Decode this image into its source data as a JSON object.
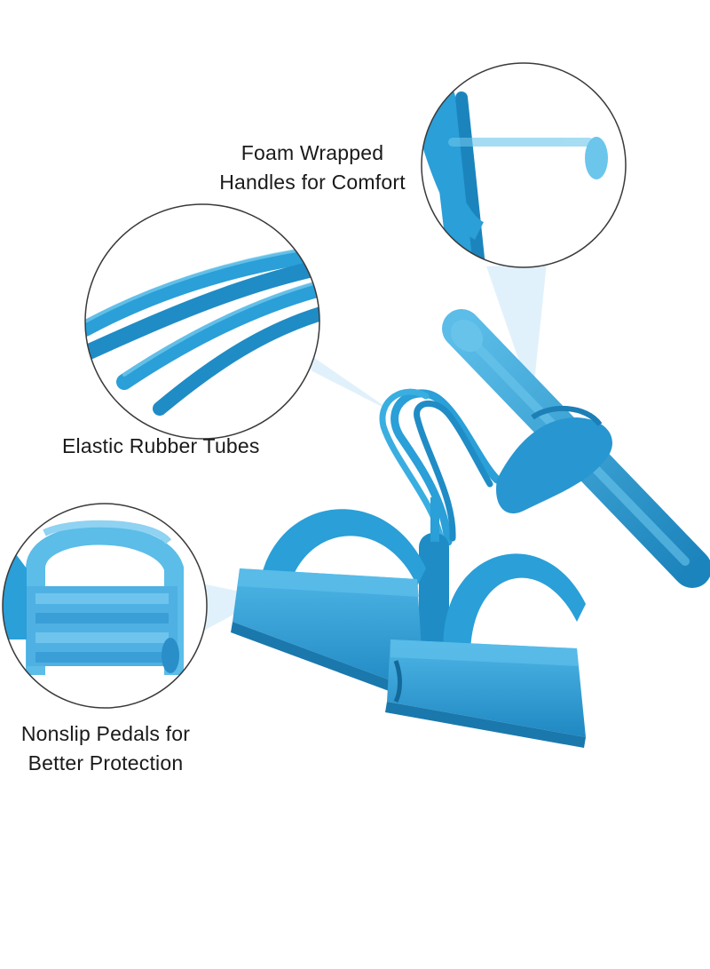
{
  "colors": {
    "background": "#ffffff",
    "product_blue": "#2a9fd8",
    "product_blue_dark": "#1c84bc",
    "product_blue_light": "#5bbde8",
    "callout_fill": "#dff0fb",
    "circle_outline": "#3a3a3a",
    "text": "#1a1a1a"
  },
  "callouts": {
    "foam": {
      "lines": [
        "Foam Wrapped",
        "Handles for Comfort"
      ]
    },
    "tubes": {
      "lines": [
        "Elastic Rubber Tubes"
      ]
    },
    "pedals": {
      "lines": [
        "Nonslip Pedals for",
        "Better Protection"
      ]
    }
  }
}
